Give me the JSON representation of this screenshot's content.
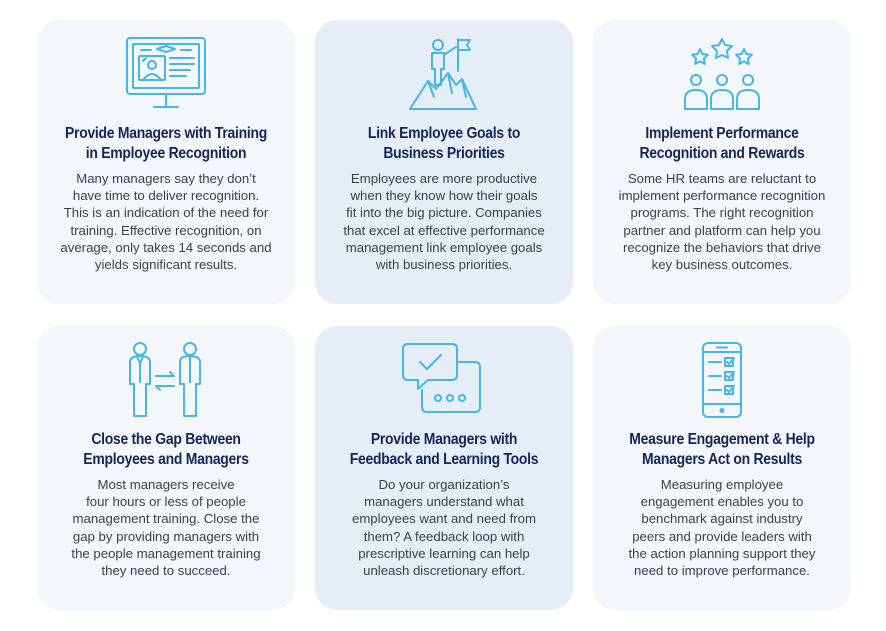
{
  "colors": {
    "card_background": "#f3f6fb",
    "card_background_alt": "#e5edf6",
    "title": "#14255a",
    "body_text": "#3b3f48",
    "icon": "#45b6e6"
  },
  "cards": [
    {
      "icon": "monitor-training-icon",
      "title": [
        "Provide Managers with Training",
        "in Employee Recognition"
      ],
      "body": [
        "Many managers say they don’t",
        "have time to deliver recognition.",
        "This is an indication of the need for",
        "training. Effective recognition, on",
        "average, only takes 14 seconds and",
        "yields significant results."
      ]
    },
    {
      "icon": "summit-flag-icon",
      "title": [
        "Link Employee Goals to",
        "Business Priorities"
      ],
      "body": [
        "Employees are more productive",
        "when they know how their goals",
        "fit into the big picture. Companies",
        "that excel at effective performance",
        "management link employee goals",
        "with business priorities."
      ]
    },
    {
      "icon": "team-stars-icon",
      "title": [
        "Implement Performance",
        "Recognition and Rewards"
      ],
      "body": [
        "Some HR teams are reluctant to",
        "implement performance recognition",
        "programs. The right recognition",
        "partner and platform can help you",
        "recognize the behaviors that drive",
        "key business outcomes."
      ]
    },
    {
      "icon": "manager-employee-exchange-icon",
      "title": [
        "Close the Gap Between",
        "Employees and Managers"
      ],
      "body": [
        "Most managers receive",
        "four hours or less of people",
        "management training. Close the",
        "gap by providing managers with",
        "the people management training",
        "they need to succeed."
      ]
    },
    {
      "icon": "feedback-chat-icon",
      "title": [
        "Provide Managers with",
        "Feedback and Learning Tools"
      ],
      "body": [
        "Do your organization’s",
        "managers understand what",
        "employees want and need from",
        "them? A feedback loop with",
        "prescriptive learning can help",
        "unleash discretionary effort."
      ]
    },
    {
      "icon": "phone-checklist-icon",
      "title": [
        "Measure Engagement & Help",
        "Managers Act on Results"
      ],
      "body": [
        "Measuring employee",
        "engagement enables you to",
        "benchmark against industry",
        "peers and provide leaders with",
        "the action planning support they",
        "need to improve performance."
      ]
    }
  ]
}
